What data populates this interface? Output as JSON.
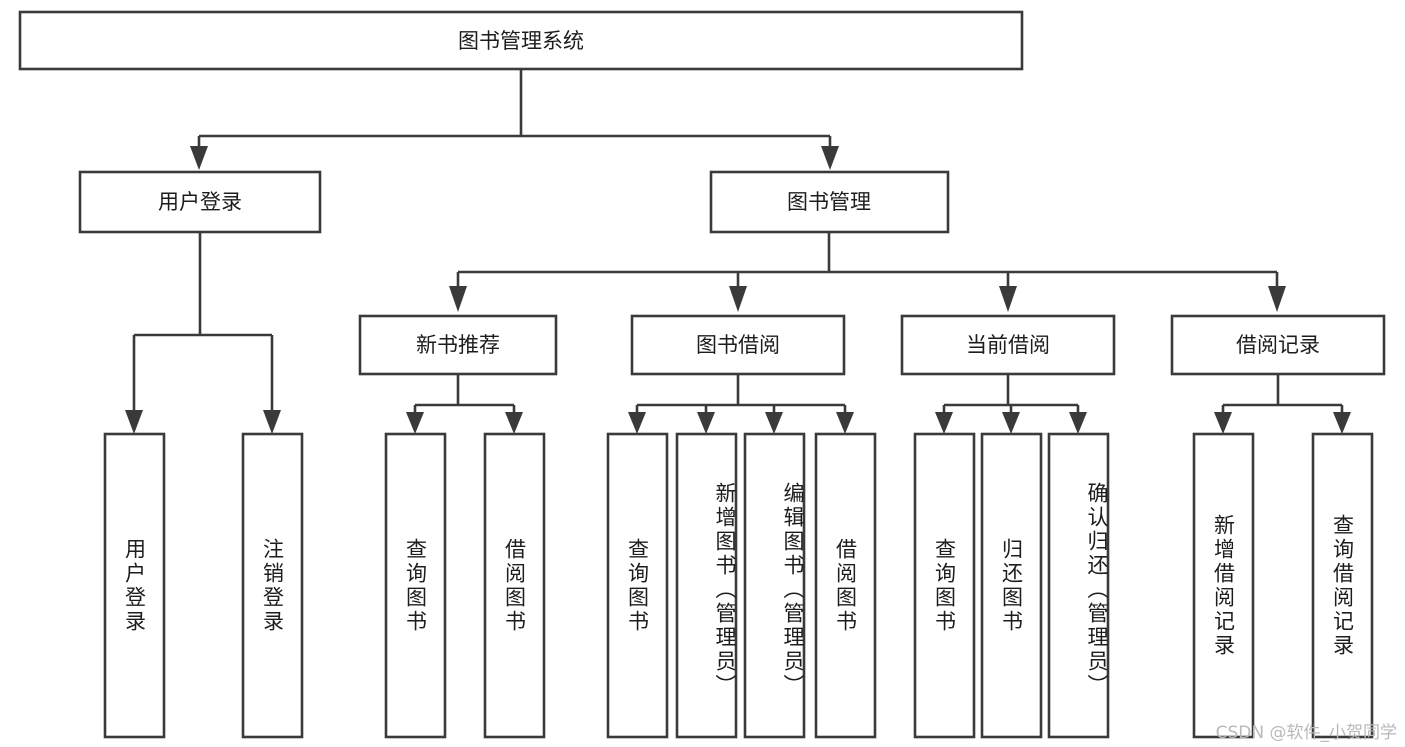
{
  "diagram": {
    "title": "图书管理系统",
    "watermark": "CSDN @软件_小贺同学",
    "style": {
      "line_color": "#3a3a3a",
      "box_fill": "#ffffff",
      "text_color": "#1d1d1d",
      "watermark_color": "#b9b9b9",
      "background": "#ffffff"
    },
    "root": {
      "label": "图书管理系统"
    },
    "level2": [
      {
        "label": "用户登录"
      },
      {
        "label": "图书管理"
      }
    ],
    "level3": [
      {
        "label": "新书推荐"
      },
      {
        "label": "图书借阅"
      },
      {
        "label": "当前借阅"
      },
      {
        "label": "借阅记录"
      }
    ],
    "leaves": [
      {
        "label": "用户登录",
        "parent": "用户登录"
      },
      {
        "label": "注销登录",
        "parent": "用户登录"
      },
      {
        "label": "查询图书",
        "parent": "新书推荐"
      },
      {
        "label": "借阅图书",
        "parent": "新书推荐"
      },
      {
        "label": "查询图书",
        "parent": "图书借阅"
      },
      {
        "label": "新增图书（管理员）",
        "parent": "图书借阅"
      },
      {
        "label": "编辑图书（管理员）",
        "parent": "图书借阅"
      },
      {
        "label": "借阅图书",
        "parent": "图书借阅"
      },
      {
        "label": "查询图书",
        "parent": "当前借阅"
      },
      {
        "label": "归还图书",
        "parent": "当前借阅"
      },
      {
        "label": "确认归还（管理员）",
        "parent": "当前借阅"
      },
      {
        "label": "新增借阅记录",
        "parent": "借阅记录"
      },
      {
        "label": "查询借阅记录",
        "parent": "借阅记录"
      }
    ]
  }
}
